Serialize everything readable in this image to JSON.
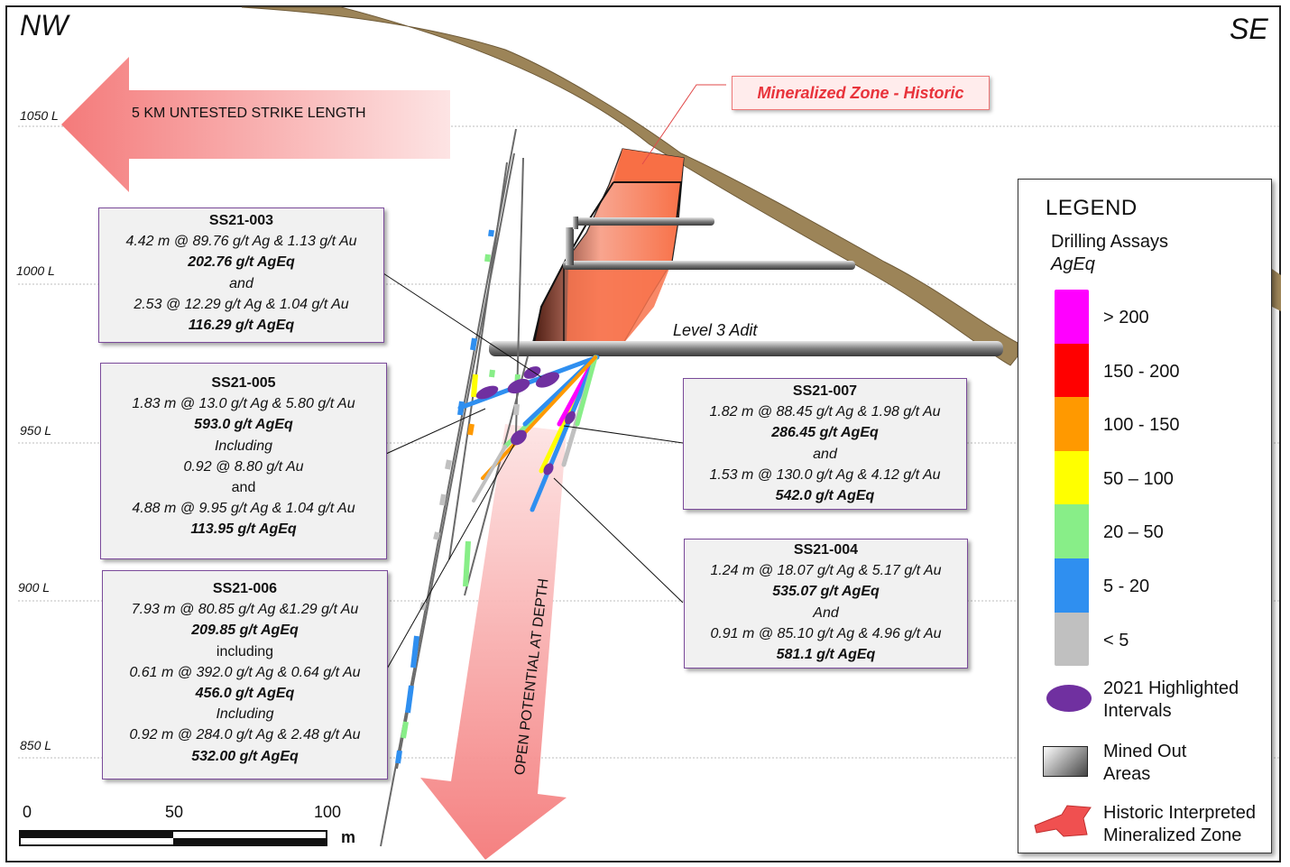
{
  "orientation": {
    "left": "NW",
    "right": "SE"
  },
  "levels": [
    "1050 L",
    "1000 L",
    "950 L",
    "900 L",
    "850 L"
  ],
  "strike_arrow_label": "5 KM UNTESTED STRIKE LENGTH",
  "depth_arrow_label": "OPEN POTENTIAL AT DEPTH",
  "historic_zone_label": "Mineralized Zone - Historic",
  "adit_label": "Level 3 Adit",
  "callouts": {
    "ss21_003": {
      "title": "SS21-003",
      "line1": "4.42 m @ 89.76 g/t Ag & 1.13 g/t Au",
      "line2": "202.76 g/t AgEq",
      "line3": "and",
      "line4": "2.53 @ 12.29 g/t Ag & 1.04 g/t Au",
      "line5": "116.29 g/t AgEq"
    },
    "ss21_005": {
      "title": "SS21-005",
      "line1": "1.83 m @ 13.0 g/t Ag & 5.80 g/t Au",
      "line2": "593.0 g/t AgEq",
      "line3": "Including",
      "line4": "0.92 @ 8.80 g/t Au",
      "line5": "and",
      "line6": "4.88 m @ 9.95 g/t Ag & 1.04 g/t Au",
      "line7": "113.95 g/t AgEq"
    },
    "ss21_006": {
      "title": "SS21-006",
      "line1": "7.93 m @ 80.85 g/t Ag &1.29 g/t Au",
      "line2": "209.85 g/t AgEq",
      "line3": "including",
      "line4": "0.61 m @ 392.0 g/t Ag & 0.64 g/t Au",
      "line5": "456.0 g/t AgEq",
      "line6": "Including",
      "line7": "0.92 m @ 284.0 g/t Ag & 2.48 g/t Au",
      "line8": "532.00 g/t AgEq"
    },
    "ss21_007": {
      "title": "SS21-007",
      "line1": "1.82 m @ 88.45 g/t Ag & 1.98 g/t Au",
      "line2": "286.45 g/t AgEq",
      "line3": "and",
      "line4": "1.53 m @ 130.0 g/t Ag & 4.12 g/t Au",
      "line5": "542.0 g/t AgEq"
    },
    "ss21_004": {
      "title": "SS21-004",
      "line1": "1.24 m @ 18.07 g/t Ag & 5.17 g/t Au",
      "line2": "535.07 g/t AgEq",
      "line3": "And",
      "line4": "0.91 m @ 85.10 g/t Ag & 4.96 g/t Au",
      "line5": "581.1 g/t AgEq"
    }
  },
  "legend": {
    "title": "LEGEND",
    "subtitle": "Drilling Assays",
    "unit": "AgEq",
    "classes": [
      {
        "label": "> 200",
        "color": "#ff00ff"
      },
      {
        "label": "150 - 200",
        "color": "#ff0000"
      },
      {
        "label": "100 - 150",
        "color": "#ff9900"
      },
      {
        "label": "50 – 100",
        "color": "#ffff00"
      },
      {
        "label": "20 – 50",
        "color": "#88ee88"
      },
      {
        "label": "5 - 20",
        "color": "#2f8ff0"
      },
      {
        "label": "< 5",
        "color": "#c0c0c0"
      }
    ],
    "highlight": {
      "line1": "2021 Highlighted",
      "line2": "Intervals",
      "color": "#7030a0"
    },
    "mined": {
      "line1": "Mined Out",
      "line2": "Areas"
    },
    "historic": {
      "line1": "Historic Interpreted",
      "line2": "Mineralized Zone",
      "color": "#f05050"
    }
  },
  "scale": {
    "ticks": [
      "0",
      "50",
      "100"
    ],
    "unit": "m"
  },
  "colors": {
    "topography": "#9c8458",
    "zone": "#f8734c",
    "arrow": "#fbb0b0"
  }
}
